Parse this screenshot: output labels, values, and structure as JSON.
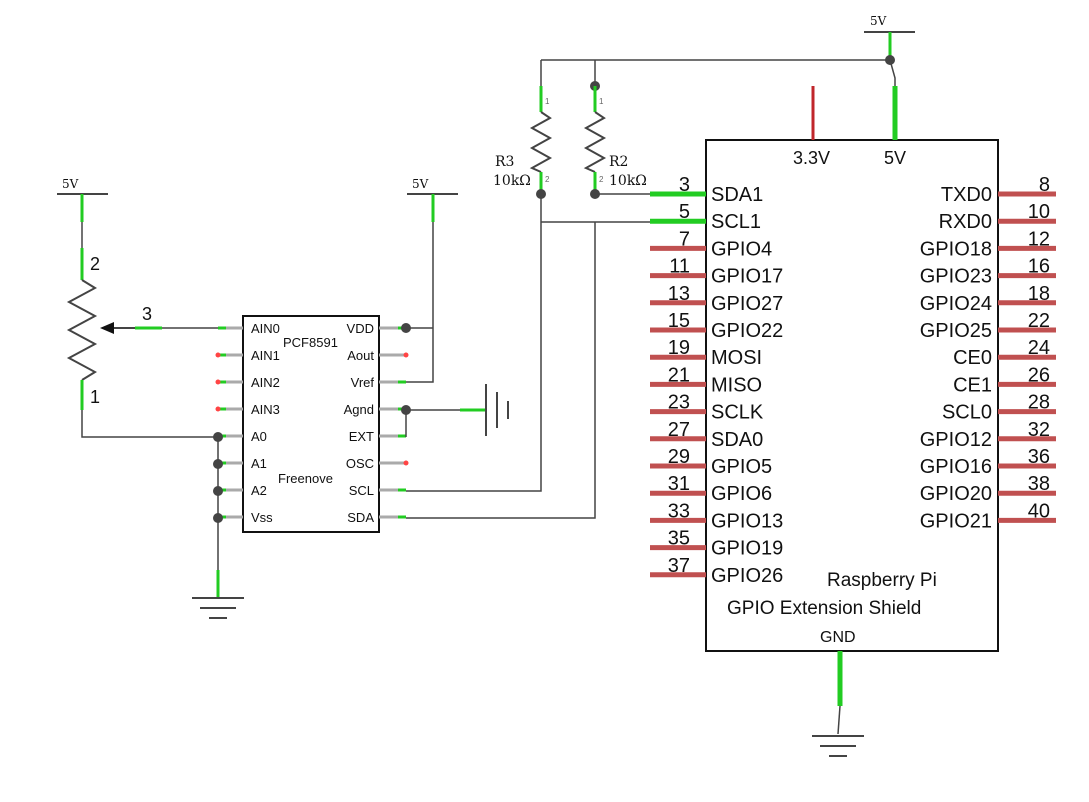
{
  "potentiometer": {
    "supply": "5V",
    "pin_top": "2",
    "pin_wiper": "3",
    "pin_bottom": "1"
  },
  "pcf8591": {
    "name": "PCF8591",
    "maker": "Freenove",
    "supply": "5V",
    "left_pins": [
      "AIN0",
      "AIN1",
      "AIN2",
      "AIN3",
      "A0",
      "A1",
      "A2",
      "Vss"
    ],
    "right_pins": [
      "VDD",
      "Aout",
      "Vref",
      "Agnd",
      "EXT",
      "OSC",
      "SCL",
      "SDA"
    ]
  },
  "pullups": {
    "supply": "5V",
    "r3": {
      "name": "R3",
      "value": "10kΩ",
      "pin1": "1",
      "pin2": "2"
    },
    "r2": {
      "name": "R2",
      "value": "10kΩ",
      "pin1": "1",
      "pin2": "2"
    }
  },
  "raspberry_pi": {
    "top_pins": [
      "3.3V",
      "5V"
    ],
    "bottom_pin": "GND",
    "title_line1": "Raspberry Pi",
    "title_line2": "GPIO Extension Shield",
    "left_pins": [
      {
        "num": "3",
        "label": "SDA1"
      },
      {
        "num": "5",
        "label": "SCL1"
      },
      {
        "num": "7",
        "label": "GPIO4"
      },
      {
        "num": "11",
        "label": "GPIO17"
      },
      {
        "num": "13",
        "label": "GPIO27"
      },
      {
        "num": "15",
        "label": "GPIO22"
      },
      {
        "num": "19",
        "label": "MOSI"
      },
      {
        "num": "21",
        "label": "MISO"
      },
      {
        "num": "23",
        "label": "SCLK"
      },
      {
        "num": "27",
        "label": "SDA0"
      },
      {
        "num": "29",
        "label": "GPIO5"
      },
      {
        "num": "31",
        "label": "GPIO6"
      },
      {
        "num": "33",
        "label": "GPIO13"
      },
      {
        "num": "35",
        "label": "GPIO19"
      },
      {
        "num": "37",
        "label": "GPIO26"
      }
    ],
    "right_pins": [
      {
        "num": "8",
        "label": "TXD0"
      },
      {
        "num": "10",
        "label": "RXD0"
      },
      {
        "num": "12",
        "label": "GPIO18"
      },
      {
        "num": "16",
        "label": "GPIO23"
      },
      {
        "num": "18",
        "label": "GPIO24"
      },
      {
        "num": "22",
        "label": "GPIO25"
      },
      {
        "num": "24",
        "label": "CE0"
      },
      {
        "num": "26",
        "label": "CE1"
      },
      {
        "num": "28",
        "label": "SCL0"
      },
      {
        "num": "32",
        "label": "GPIO12"
      },
      {
        "num": "36",
        "label": "GPIO16"
      },
      {
        "num": "38",
        "label": "GPIO20"
      },
      {
        "num": "40",
        "label": "GPIO21"
      }
    ]
  },
  "rpi_supply": "5V"
}
